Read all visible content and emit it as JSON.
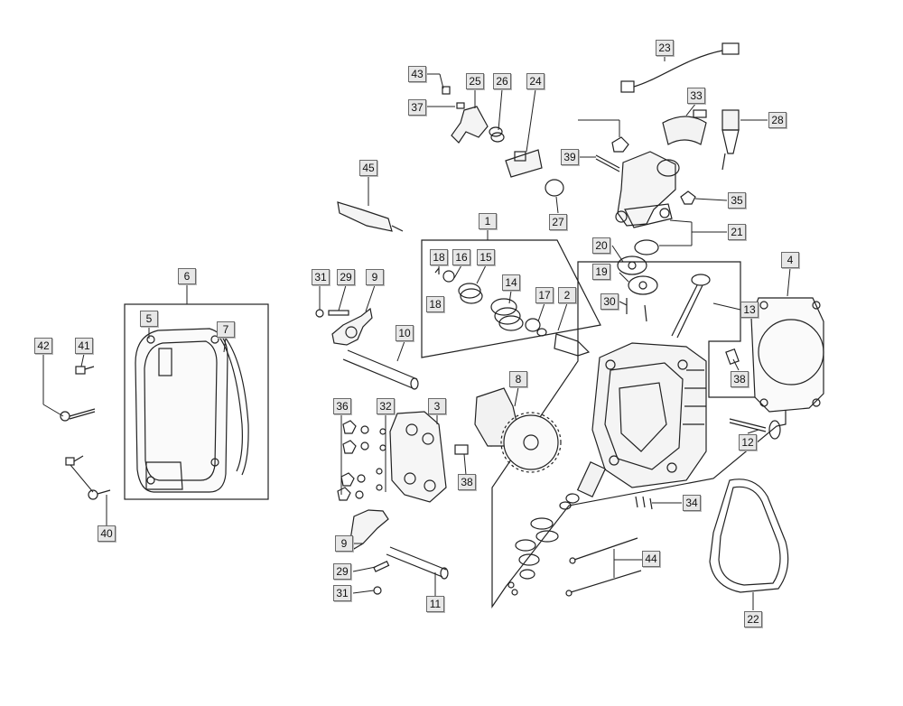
{
  "diagram": {
    "labels": [
      "1",
      "2",
      "3",
      "4",
      "5",
      "6",
      "7",
      "8",
      "9",
      "10",
      "11",
      "12",
      "13",
      "14",
      "15",
      "16",
      "17",
      "18",
      "19",
      "20",
      "21",
      "22",
      "23",
      "24",
      "25",
      "26",
      "27",
      "28",
      "29",
      "30",
      "31",
      "32",
      "33",
      "34",
      "35",
      "36",
      "37",
      "38",
      "39",
      "40",
      "41",
      "42",
      "43",
      "44",
      "45"
    ],
    "colors": {
      "line": "#222222",
      "label_bg": "#e7e7e7",
      "label_border": "#6a6a6a"
    }
  }
}
